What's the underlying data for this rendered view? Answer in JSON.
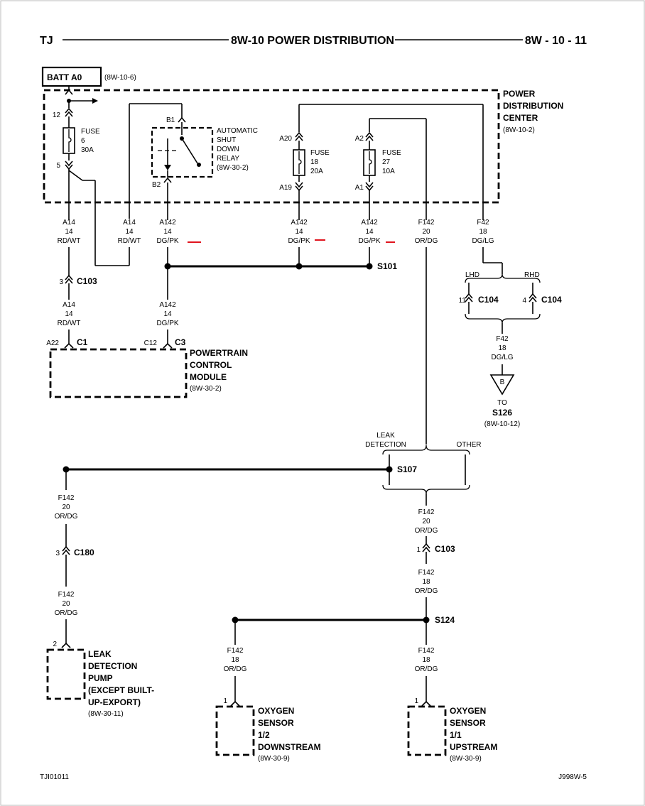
{
  "header": {
    "left": "TJ",
    "title": "8W-10 POWER DISTRIBUTION",
    "page": "8W - 10 - 11"
  },
  "footer": {
    "left": "TJI01011",
    "right": "J998W-5"
  },
  "batt": {
    "label": "BATT A0",
    "ref": "(8W-10-6)"
  },
  "pdc": {
    "title_lines": [
      "POWER",
      "DISTRIBUTION",
      "CENTER"
    ],
    "ref": "(8W-10-2)"
  },
  "fuse6": {
    "top_pin": "12",
    "bottom_pin": "5",
    "lines": [
      "FUSE",
      "6",
      "30A"
    ]
  },
  "relay": {
    "pin_b1": "B1",
    "pin_b2": "B2",
    "lines": [
      "AUTOMATIC",
      "SHUT",
      "DOWN",
      "RELAY"
    ],
    "ref": "(8W-30-2)"
  },
  "fuse18": {
    "top_pin": "A20",
    "bottom_pin": "A19",
    "lines": [
      "FUSE",
      "18",
      "20A"
    ]
  },
  "fuse27": {
    "top_pin": "A2",
    "bottom_pin": "A1",
    "lines": [
      "FUSE",
      "27",
      "10A"
    ]
  },
  "wires": {
    "a14_left": [
      "A14",
      "14",
      "RD/WT"
    ],
    "a14_right": [
      "A14",
      "14",
      "RD/WT"
    ],
    "a142_relay": [
      "A142",
      "14",
      "DG/PK"
    ],
    "a142_f18": [
      "A142",
      "14",
      "DG/PK"
    ],
    "a142_f27": [
      "A142",
      "14",
      "DG/PK"
    ],
    "f142_main": [
      "F142",
      "20",
      "OR/DG"
    ],
    "f42_main": [
      "F42",
      "18",
      "DG/LG"
    ],
    "a14_lower": [
      "A14",
      "14",
      "RD/WT"
    ],
    "a142_lower": [
      "A142",
      "14",
      "DG/PK"
    ],
    "f42_lower": [
      "F42",
      "18",
      "DG/LG"
    ],
    "f142_pump_upper": [
      "F142",
      "20",
      "OR/DG"
    ],
    "f142_pump_lower": [
      "F142",
      "20",
      "OR/DG"
    ],
    "f142_s107_down": [
      "F142",
      "20",
      "OR/DG"
    ],
    "f142_c103_down": [
      "F142",
      "18",
      "OR/DG"
    ],
    "f142_o2_left": [
      "F142",
      "18",
      "OR/DG"
    ],
    "f142_o2_right": [
      "F142",
      "18",
      "OR/DG"
    ]
  },
  "splices": {
    "s101": "S101",
    "s107": "S107",
    "s124": "S124"
  },
  "connectors": {
    "c103_top": {
      "pin": "3",
      "name": "C103"
    },
    "c104_lhd": {
      "pin": "11",
      "name": "C104",
      "option": "LHD"
    },
    "c104_rhd": {
      "pin": "4",
      "name": "C104",
      "option": "RHD"
    },
    "c1": {
      "pin": "A22",
      "name": "C1"
    },
    "c3": {
      "pin": "C12",
      "name": "C3"
    },
    "c180": {
      "pin": "3",
      "name": "C180"
    },
    "c103_lower": {
      "pin": "1",
      "name": "C103"
    },
    "pump_pin": {
      "pin": "2"
    },
    "o2_down_pin": {
      "pin": "1"
    },
    "o2_up_pin": {
      "pin": "1"
    }
  },
  "pcm": {
    "lines": [
      "POWERTRAIN",
      "CONTROL",
      "MODULE"
    ],
    "ref": "(8W-30-2)"
  },
  "offpage": {
    "letter": "B",
    "to": "TO",
    "splice": "S126",
    "ref": "(8W-10-12)"
  },
  "options": {
    "leak_lines": [
      "LEAK",
      "DETECTION"
    ],
    "other": "OTHER"
  },
  "pump": {
    "lines": [
      "LEAK",
      "DETECTION",
      "PUMP",
      "(EXCEPT BUILT-",
      "UP-EXPORT)"
    ],
    "ref": "(8W-30-11)"
  },
  "o2_down": {
    "lines": [
      "OXYGEN",
      "SENSOR",
      "1/2",
      "DOWNSTREAM"
    ],
    "ref": "(8W-30-9)"
  },
  "o2_up": {
    "lines": [
      "OXYGEN",
      "SENSOR",
      "1/1",
      "UPSTREAM"
    ],
    "ref": "(8W-30-9)"
  },
  "colors": {
    "ink": "#000000",
    "marker": "#e0141e",
    "background": "#ffffff"
  }
}
